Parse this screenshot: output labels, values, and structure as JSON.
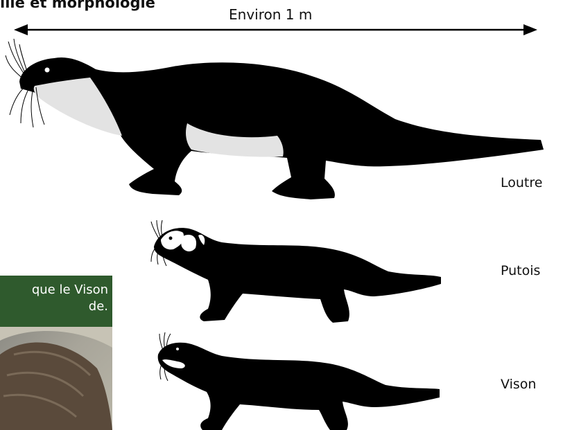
{
  "title": "ille et morphologie",
  "scale": {
    "label": "Environ 1 m"
  },
  "animals": [
    {
      "label": "Loutre"
    },
    {
      "label": "Putois"
    },
    {
      "label": "Vison"
    }
  ],
  "note": {
    "line1": "que le Vison",
    "line2": "de."
  },
  "colors": {
    "silhouette": "#000000",
    "belly": "#e3e3e3",
    "box": "#2f5a2d"
  }
}
